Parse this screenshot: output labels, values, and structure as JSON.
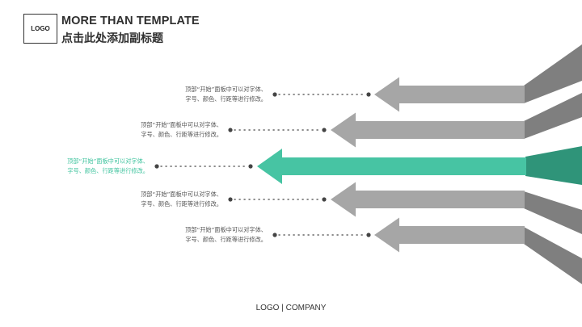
{
  "header": {
    "logo": "LOGO",
    "title": "MORE THAN TEMPLATE",
    "subtitle": "点击此处添加副标题"
  },
  "items": [
    {
      "line1": "顶部“开始”面板中可以对字体、",
      "line2": "字号、颜色、行距等进行修改。",
      "highlight": false
    },
    {
      "line1": "顶部“开始”面板中可以对字体、",
      "line2": "字号、颜色、行距等进行修改。",
      "highlight": false
    },
    {
      "line1": "顶部“开始”面板中可以对字体、",
      "line2": "字号、颜色、行距等进行修改。",
      "highlight": true
    },
    {
      "line1": "顶部“开始”面板中可以对字体、",
      "line2": "字号、颜色、行距等进行修改。",
      "highlight": false
    },
    {
      "line1": "顶部“开始”面板中可以对字体、",
      "line2": "字号、颜色、行距等进行修改。",
      "highlight": false
    }
  ],
  "footer": {
    "text": "LOGO | COMPANY"
  },
  "colors": {
    "arrow_gray": "#a6a6a6",
    "band_gray": "#7f7f7f",
    "accent": "#47c4a3",
    "accent_dark": "#2f9479",
    "dots": "#444444"
  }
}
